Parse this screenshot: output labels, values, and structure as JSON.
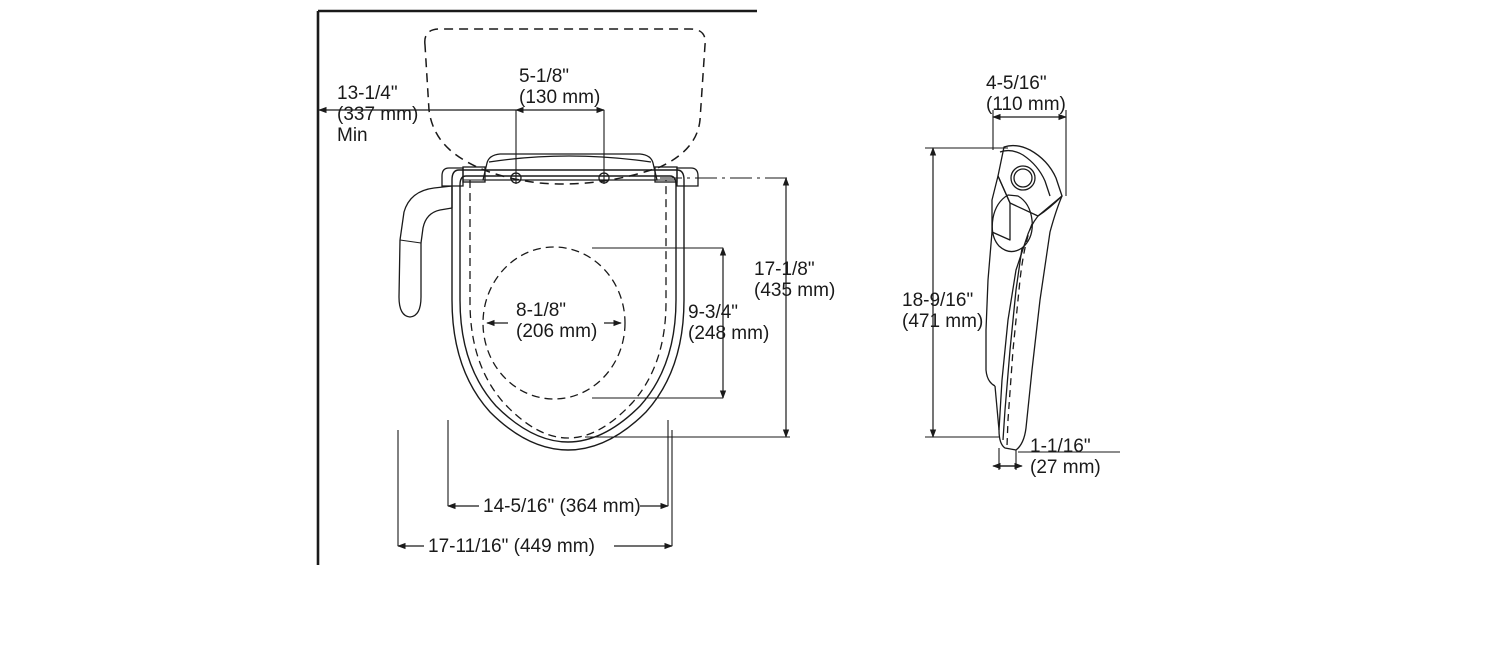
{
  "drawing": {
    "title": "Toilet Seat Installation Dimension Drawing",
    "background_color": "#ffffff",
    "line_color": "#1a1a1a",
    "text_color": "#1a1a1a",
    "views": {
      "top": "Plan view of bidet toilet seat on bowl with tank outline",
      "side": "Side elevation of seat hinge and wand assembly"
    }
  },
  "dimensions": {
    "wall_to_bolt": {
      "imperial": "13-1/4\"",
      "metric": "(337 mm)",
      "qualifier": "Min"
    },
    "bolt_spacing": {
      "imperial": "5-1/8\"",
      "metric": "(130 mm)"
    },
    "bowl_opening_width": {
      "imperial": "8-1/8\"",
      "metric": "(206 mm)"
    },
    "bowl_opening_length": {
      "imperial": "9-3/4\"",
      "metric": "(248 mm)"
    },
    "seat_length": {
      "imperial": "17-1/8\"",
      "metric": "(435 mm)"
    },
    "bowl_width": {
      "imperial": "14-5/16\" (364 mm)"
    },
    "seat_overall_width": {
      "imperial": "17-11/16\" (449 mm)"
    },
    "side_hinge_depth": {
      "imperial": "4-5/16\"",
      "metric": "(110 mm)"
    },
    "side_overall_height": {
      "imperial": "18-9/16\"",
      "metric": "(471 mm)"
    },
    "side_tip_width": {
      "imperial": "1-1/16\"",
      "metric": "(27 mm)"
    }
  }
}
